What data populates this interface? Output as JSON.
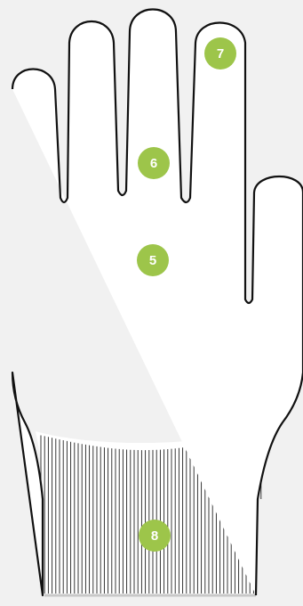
{
  "diagram": {
    "colors": {
      "background": "#f1f1f1",
      "glove_fill": "#ffffff",
      "outline": "#111111",
      "cuff_lines": "#222222",
      "marker": "#9dc54a",
      "marker_text": "#ffffff"
    },
    "markers": {
      "palm": "5",
      "fingers": "6",
      "fingertip": "7",
      "cuff": "8"
    }
  }
}
